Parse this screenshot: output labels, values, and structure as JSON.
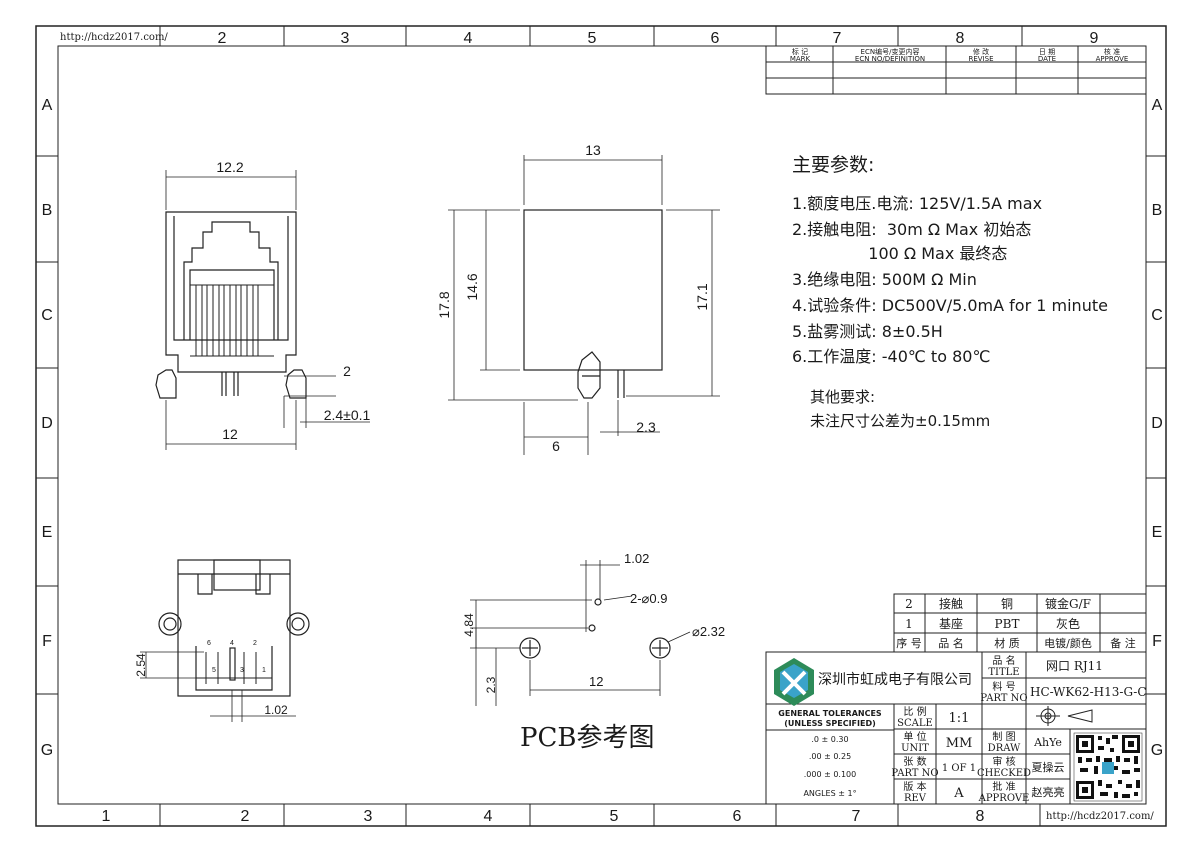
{
  "border": {
    "url_left": "http://hcdz2017.com/",
    "url_right": "http://hcdz2017.com/",
    "top_cols": [
      "2",
      "3",
      "4",
      "5",
      "6",
      "7",
      "8",
      "9"
    ],
    "bottom_cols": [
      "1",
      "2",
      "3",
      "4",
      "5",
      "6",
      "7",
      "8"
    ],
    "rows": [
      "A",
      "B",
      "C",
      "D",
      "E",
      "F",
      "G"
    ]
  },
  "revision_table": {
    "headers": [
      {
        "cn": "标 记",
        "en": "MARK"
      },
      {
        "cn": "ECN编号/变更内容",
        "en": "ECN NO/DEFINITION"
      },
      {
        "cn": "修 改",
        "en": "REVISE"
      },
      {
        "cn": "日 期",
        "en": "DATE"
      },
      {
        "cn": "核 准",
        "en": "APPROVE"
      }
    ]
  },
  "dims": {
    "front_width": "12.2",
    "front_pin_span": "12",
    "front_pin_small": "2",
    "front_pin_offset": "2.4±0.1",
    "side_width": "13",
    "side_h_total": "17.8",
    "side_h_body": "14.6",
    "side_h_right": "17.1",
    "side_bottom_left": "6",
    "side_bottom_right": "2.3",
    "bottom_pin_pitch_v": "2.54",
    "bottom_pin_pitch_h": "1.02",
    "pin_numbers": [
      "6",
      "4",
      "2",
      "5",
      "3",
      "1"
    ],
    "pcb_top": "1.02",
    "pcb_small_holes": "2-⌀0.9",
    "pcb_big_hole": "⌀2.32",
    "pcb_height": "4.84",
    "pcb_left_v": "2.3",
    "pcb_span": "12"
  },
  "pcb_label": "PCB参考图",
  "params": {
    "title": "主要参数:",
    "lines": [
      "1.额度电压.电流: 125V/1.5A max",
      "2.接触电阻:  30m Ω Max 初始态",
      "               100 Ω Max 最终态",
      "3.绝缘电阻: 500M Ω Min",
      "4.试验条件: DC500V/5.0mA for 1 minute",
      "5.盐雾测试: 8±0.5H",
      "6.工作温度: -40℃ to 80℃"
    ],
    "other_title": "其他要求:",
    "other_text": "未注尺寸公差为±0.15mm"
  },
  "bom": {
    "rows": [
      {
        "no": "2",
        "name": "接触",
        "material": "铜",
        "finish": "镀金G/F",
        "note": ""
      },
      {
        "no": "1",
        "name": "基座",
        "material": "PBT",
        "finish": "灰色",
        "note": ""
      }
    ],
    "header": {
      "no": "序 号",
      "name": "品 名",
      "material": "材 质",
      "finish": "电镀/颜色",
      "note": "备 注"
    }
  },
  "title_block": {
    "company": "深圳市虹成电子有限公司",
    "title_label_cn": "品 名",
    "title_label_en": "TITLE",
    "title_value": "网口 RJ11",
    "part_label_cn": "料 号",
    "part_label_en": "PART NO",
    "part_value": "HC-WK62-H13-G-C",
    "tolerance_title": "GENERAL TOLERANCES",
    "tolerance_sub": "(UNLESS SPECIFIED)",
    "tolerances": [
      ".0  ± 0.30",
      ".00  ± 0.25",
      ".000  ± 0.100",
      "ANGLES ± 1°"
    ],
    "scale_cn": "比 例",
    "scale_en": "SCALE",
    "scale_value": "1:1",
    "unit_cn": "单 位",
    "unit_en": "UNIT",
    "unit_value": "MM",
    "sheet_cn": "张 数",
    "sheet_en": "PART NO",
    "sheet_value": "1 OF 1",
    "rev_cn": "版 本",
    "rev_en": "REV",
    "rev_value": "A",
    "draw_cn": "制 图",
    "draw_en": "DRAW",
    "draw_value": "AhYe",
    "check_cn": "审 核",
    "check_en": "CHECKED",
    "check_value": "夏操云",
    "approve_cn": "批 准",
    "approve_en": "APPROVE",
    "approve_value": "赵亮亮"
  }
}
